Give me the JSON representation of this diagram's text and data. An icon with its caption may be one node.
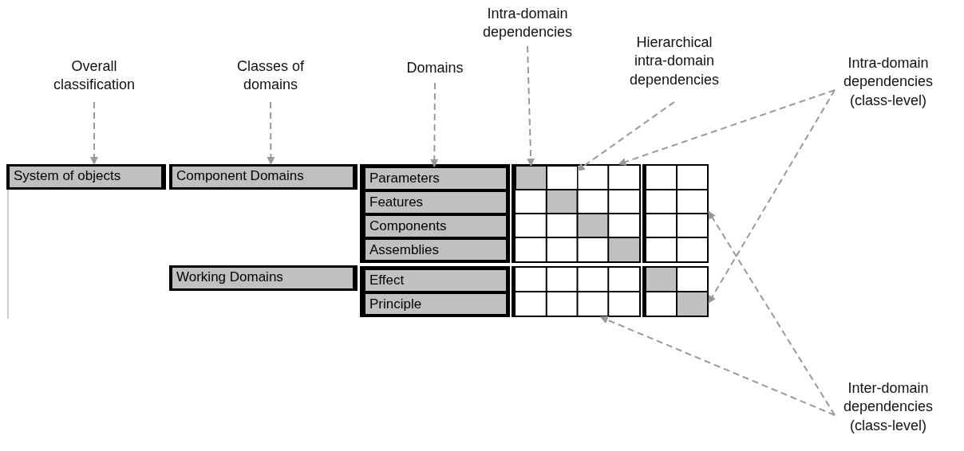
{
  "diagram": {
    "nodes": [
      {
        "text": [
          "Overall classification"
        ]
      },
      {
        "text": [
          "Classes of domains"
        ]
      },
      {
        "text": [
          "Domains"
        ]
      },
      {
        "text": [
          "Intra-domain dependencies"
        ]
      },
      {
        "text": [
          "Hierarchical intra-domain dependencies"
        ]
      },
      {
        "text": [
          "Intra-domain dependencies (class-level)"
        ]
      },
      {
        "text": [
          "Inter-domain dependencies (class-level)"
        ]
      },
      {
        "text": [
          "System of objects"
        ]
      },
      {
        "text": [
          "Component Domains"
        ]
      },
      {
        "text": [
          "Working Domains"
        ]
      },
      {
        "text": [
          "Parameters"
        ]
      },
      {
        "text": [
          "Features"
        ]
      },
      {
        "text": [
          "Components"
        ]
      },
      {
        "text": [
          "Assemblies"
        ]
      },
      {
        "text": [
          "Effect"
        ]
      },
      {
        "text": [
          "Principle"
        ]
      },
      {
        "text": [],
        "shape": "box"
      },
      {
        "text": [],
        "shape": "box"
      },
      {
        "text": [],
        "shape": "box"
      },
      {
        "text": [],
        "shape": "box"
      },
      {
        "text": [],
        "shape": "box",
        "in": 16
      },
      {
        "text": [],
        "shape": "box",
        "in": 16
      }
    ],
    "edges": [
      {
        "from": 0,
        "to": 7,
        "arrow": "to",
        "style": "dashed"
      },
      {
        "from": 1,
        "to": 8,
        "arrow": "to",
        "style": "dashed"
      },
      {
        "from": 2,
        "to": 10,
        "arrow": "to",
        "style": "dashed"
      },
      {
        "from": 3,
        "to": 20,
        "arrow": "to",
        "style": "dashed"
      },
      {
        "from": 4,
        "to": 21,
        "arrow": "to",
        "style": "dashed"
      },
      {
        "from": 5,
        "to": 16,
        "arrow": "to",
        "style": "dashed"
      },
      {
        "from": 5,
        "to": 19,
        "arrow": "to",
        "style": "dashed"
      },
      {
        "from": 6,
        "to": 17,
        "arrow": "to",
        "style": "dashed"
      },
      {
        "from": 6,
        "to": 18,
        "arrow": "to",
        "style": "dashed"
      }
    ]
  }
}
